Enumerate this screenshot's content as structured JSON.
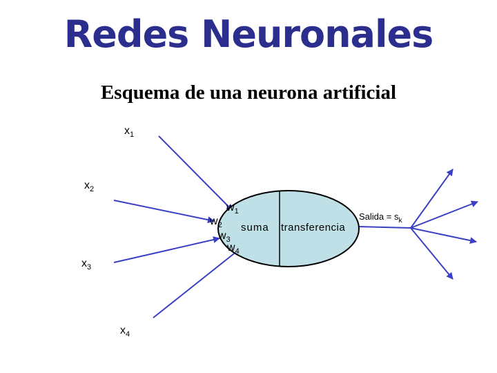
{
  "title": "Redes Neuronales",
  "subtitle": "Esquema de una neurona artificial",
  "inputs": [
    {
      "name": "x",
      "sub": "1"
    },
    {
      "name": "x",
      "sub": "2"
    },
    {
      "name": "x",
      "sub": "3"
    },
    {
      "name": "x",
      "sub": "4"
    }
  ],
  "weights": [
    {
      "name": "w",
      "sub": "1"
    },
    {
      "name": "w",
      "sub": "2"
    },
    {
      "name": "w",
      "sub": "3"
    },
    {
      "name": "w",
      "sub": "4"
    }
  ],
  "neuron": {
    "sum_label": "suma",
    "transfer_label": "transferencia",
    "fill_color": "#bfe0e6",
    "stroke_color": "#000000"
  },
  "output": {
    "label": "Salida = s",
    "sub": "k"
  },
  "colors": {
    "title": "#2b2e8c",
    "arrow": "#3a3fc4"
  }
}
